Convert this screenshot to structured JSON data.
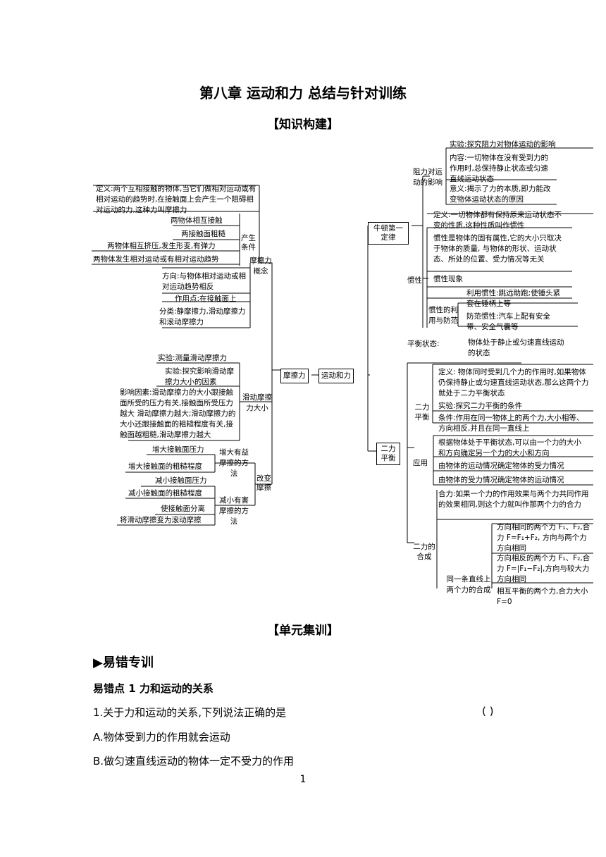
{
  "page": {
    "title": "第八章  运动和力  总结与针对训练",
    "section_knowledge": "【知识构建】",
    "section_unit": "【单元集训】",
    "subsection": "▶易错专训",
    "point_heading": "易错点 1  力和运动的关系",
    "question": "1.关于力和运动的关系,下列说法正确的是",
    "paren": "(        )",
    "option_a": "A.物体受到力的作用就会运动",
    "option_b": "B.做匀速直线运动的物体一定不受力的作用",
    "page_number": "1"
  },
  "mindmap": {
    "center": "运动和力",
    "friction": "摩擦力",
    "friction_concept": "摩擦力概念",
    "def_friction": "定义:两个互相接触的物体,当它们做相对运动或有相对运动的趋势时,在接触面上会产生一个阻碍相对运动的力,这种力叫摩擦力",
    "produce_condition": "产生条件",
    "cond1": "两物体相互接触",
    "cond2": "两接触面粗糙",
    "cond3": "两物体相互挤压,发生形变,有弹力",
    "cond4": "两物体发生相对运动或有相对运动趋势",
    "direction": "方向:与物体相对运动或相对运动趋势相反",
    "point": "作用点:在接触面上",
    "types": "分类:静摩擦力,滑动摩擦力和滚动摩擦力",
    "sliding_size": "滑动摩擦力大小",
    "exp_measure": "实验:测量滑动摩擦力",
    "exp_factor": "实验:探究影响滑动摩擦力大小的因素",
    "factors": "影响因素:滑动摩擦力的大小跟接触面所受的压力有关,接触面所受压力越大 滑动摩擦力越大;滑动摩擦力的大小还跟接触面的粗糙程度有关,接触面越粗糙,滑动摩擦力越大",
    "change": "改变摩擦",
    "increase": "增大有益摩擦的方法",
    "inc1": "增大接触面压力",
    "inc2": "增大接触面的粗糙程度",
    "decrease": "减小有害摩擦的方法",
    "dec1": "减小接触面压力",
    "dec2": "减小接触面的粗糙程度",
    "dec3": "使接触面分离",
    "dec4": "将滑动摩擦变为滚动摩擦",
    "newton": "牛顿第一定律",
    "resistance": "阻力对运动的影响",
    "exp_resist": "实验:探究阻力对物体运动的影响",
    "content": "内容:一切物体在没有受到力的作用时,总保持静止状态或匀速直线运动状态",
    "meaning": "意义:揭示了力的本质,即力能改变物体运动状态的原因",
    "inertia": "惯性",
    "inertia_def": "定义:一切物体都有保持原来运动状态不变的性质,这种性质叫作惯性",
    "inertia_prop": "惯性是物体的固有属性,它的大小只取决于物体的质量, 与物体的形状、运动状态、所处的位置、受力情况等无关",
    "inertia_phen": "惯性现象",
    "inertia_use": "惯性的利用与防范",
    "use": "利用惯性:跳远助跑;使锤头紧套在锤柄上等",
    "prevent": "防范惯性:汽车上配有安全带、安全气囊等",
    "balance": "二力平衡",
    "balance_state": "平衡状态:",
    "balance_state_def": "物体处于静止或匀速直线运动的状态",
    "two_force_balance": "二力平衡",
    "balance_def": "定义: 物体同时受到几个力的作用时,如果物体仍保持静止或匀速直线运动状态,那么这两个力就处于二力平衡状态",
    "balance_exp": "实验:探究二力平衡的条件",
    "balance_cond": "条件:作用在同一物体上的两个力,大小相等、方向相反,并且在同一直线上",
    "application": "应用",
    "app1": "根据物体处于平衡状态,可以由一个力的大小和方向确定另一个力的大小和方向",
    "app2": "由物体的运动情况确定物体的受力情况",
    "app3": "由物体的受力情况确定物体的运动情况",
    "composition": "二力的合成",
    "resultant": "合力:如果一个力的作用效果与两个力共同作用的效果相同,则这个力就叫作那两个力的合力",
    "same_line": "同一条直线上两个力的合成",
    "same_dir": "方向相同的两个力 F₁、F₂,合力 F=F₁+F₂, 方向与两个力方向相同",
    "opp_dir": "方向相反的两个力 F₁、F₂,合力 F=|F₁−F₂|,方向与较大力方向相同",
    "balanced": "相互平衡的两个力,合力大小 F=0"
  }
}
